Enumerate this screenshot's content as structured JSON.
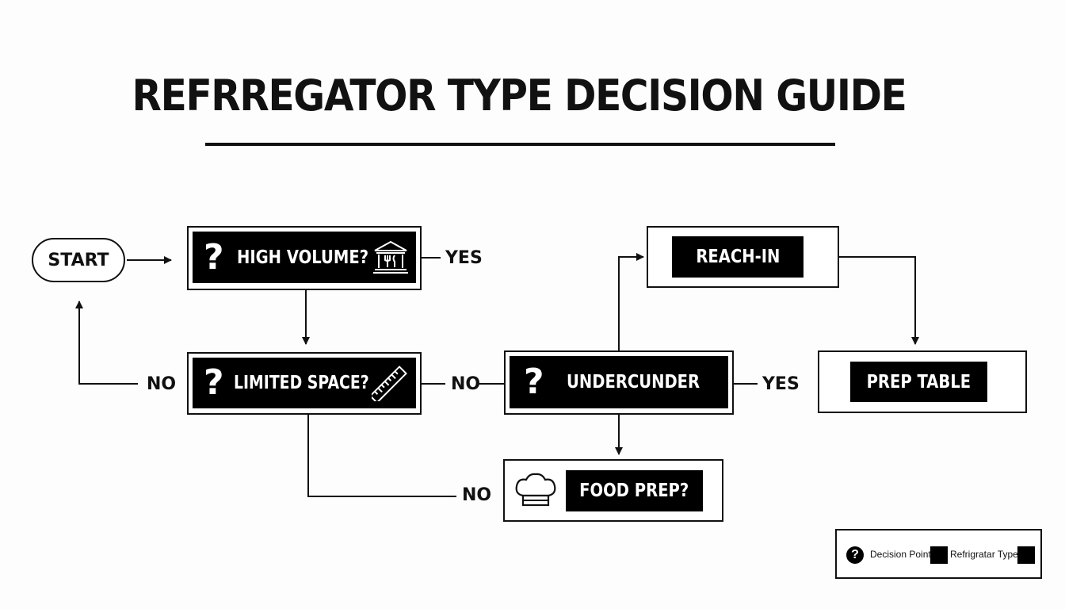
{
  "title": "REFRREGATOR TYPE DECISION GUIDE",
  "start": "START",
  "nodes": {
    "high_volume": "HIGH VOLUME?",
    "limited_space": "LIMITED SPACE?",
    "undercounter": "UNDERCUNDER",
    "reach_in": "REACH-IN",
    "prep_table": "PREP TABLE",
    "food_prep": "FOOD PREP?"
  },
  "edges": {
    "high_volume_yes": "YES",
    "limited_space_no_left": "NO",
    "limited_space_no_right": "NO",
    "undercounter_yes": "YES",
    "limited_space_no_bottom": "NO"
  },
  "decision_glyph": "?",
  "legend": {
    "decision_glyph": "?",
    "decision_label": "Decision Point",
    "type_label": "Refrigratar Type"
  },
  "icons": {
    "high_volume": "restaurant-building-icon",
    "limited_space": "ruler-icon",
    "food_prep": "chef-hat-icon"
  }
}
